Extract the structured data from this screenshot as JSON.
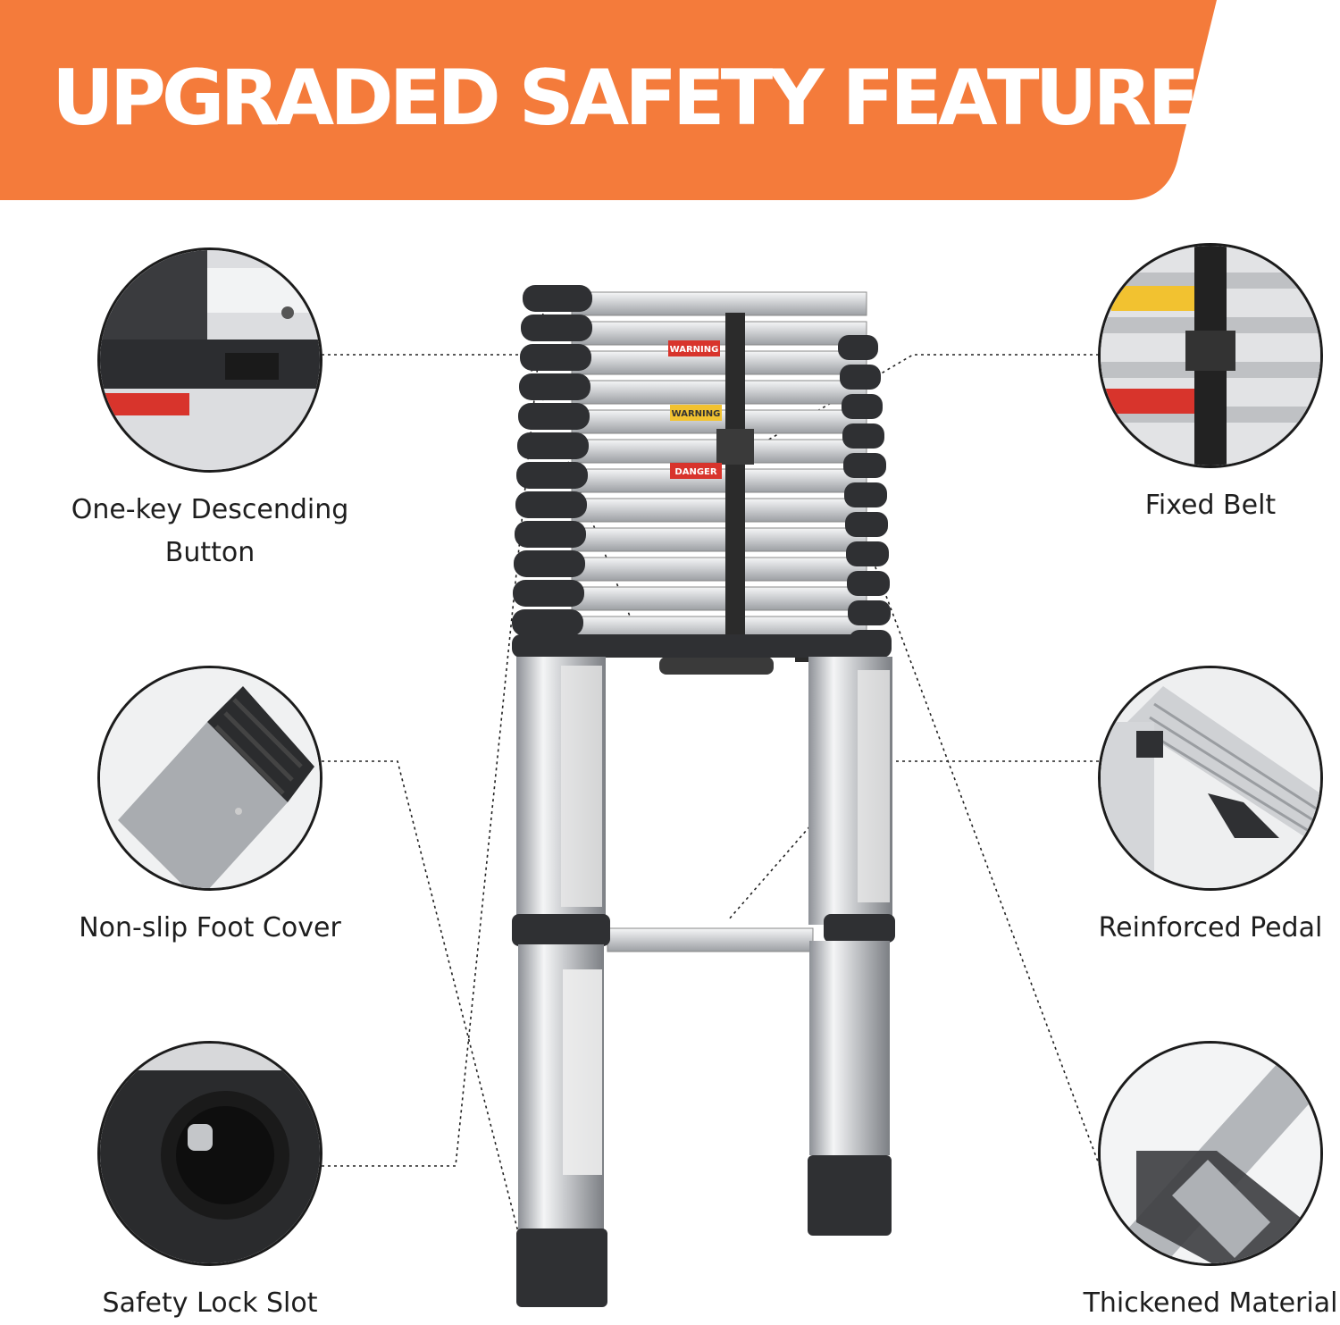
{
  "banner": {
    "title": "UPGRADED SAFETY FEATURES",
    "color": "#f47b3b"
  },
  "features": {
    "descending_button": "One-key Descending Button",
    "foot_cover": "Non-slip Foot Cover",
    "lock_slot": "Safety Lock Slot",
    "fixed_belt": "Fixed Belt",
    "pedal": "Reinforced Pedal",
    "material": "Thickened Material"
  },
  "ladder_labels": {
    "warning": "WARNING",
    "danger": "DANGER"
  },
  "colors": {
    "accent": "#f47b3b",
    "dark": "#2b2b2b",
    "warning_yellow": "#f2c230",
    "danger_red": "#d8342c"
  }
}
